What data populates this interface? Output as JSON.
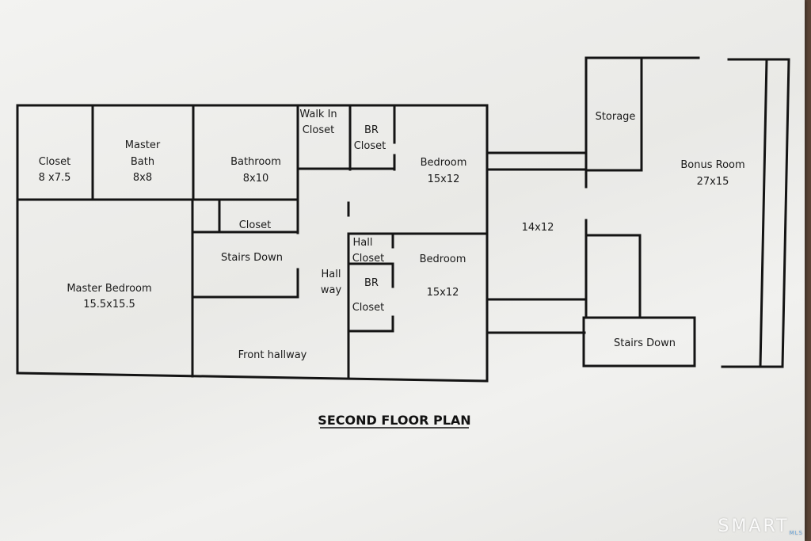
{
  "plan": {
    "title": "SECOND FLOOR PLAN",
    "rooms": {
      "closet_main": {
        "name": "Closet",
        "dims": "8 x7.5"
      },
      "master_bath": {
        "name1": "Master",
        "name2": "Bath",
        "dims": "8x8"
      },
      "bathroom": {
        "name": "Bathroom",
        "dims": "8x10"
      },
      "walk_in_closet": {
        "name1": "Walk In",
        "name2": "Closet"
      },
      "br_closet_top": {
        "name1": "BR",
        "name2": "Closet"
      },
      "bedroom_top": {
        "name": "Bedroom",
        "dims": "15x12"
      },
      "storage": {
        "name": "Storage"
      },
      "bonus_room": {
        "name": "Bonus Room",
        "dims": "27x15"
      },
      "closet_small": {
        "name": "Closet"
      },
      "stairs_down_left": {
        "name": "Stairs Down"
      },
      "master_bedroom": {
        "name": "Master Bedroom",
        "dims": "15.5x15.5"
      },
      "hallway": {
        "name1": "Hall",
        "name2": "way"
      },
      "hall_closet": {
        "name1": "Hall",
        "name2": "Closet"
      },
      "br_closet_bottom": {
        "name1": "BR",
        "name2": "Closet"
      },
      "bedroom_bottom": {
        "name": "Bedroom",
        "dims": "15x12"
      },
      "middle_room": {
        "dims": "14x12"
      },
      "stairs_down_right": {
        "name": "Stairs Down"
      },
      "front_hallway": {
        "name": "Front hallway"
      }
    }
  },
  "watermark": {
    "brand": "SMART",
    "sub": "MLS"
  }
}
